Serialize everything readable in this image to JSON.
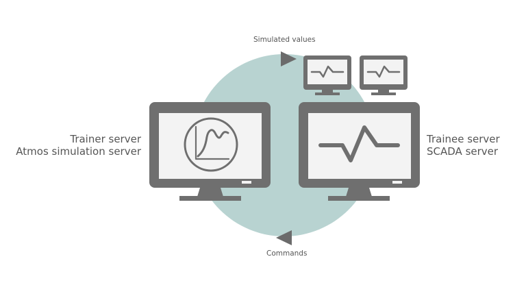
{
  "labels": {
    "simulated_values": "Simulated values",
    "commands": "Commands",
    "trainer_line1": "Trainer server",
    "trainer_line2": "Atmos simulation server",
    "trainee_line1": "Trainee server",
    "trainee_line2": "SCADA server"
  },
  "colors": {
    "circle": "#b8d3d1",
    "monitor": "#6f6f6f",
    "screen": "#f3f3f3",
    "arrow": "#6b6b6b",
    "text": "#555555"
  },
  "icons": {
    "trainer_screen": "graph-chart-icon",
    "trainee_screen": "pulse-waveform-icon"
  }
}
